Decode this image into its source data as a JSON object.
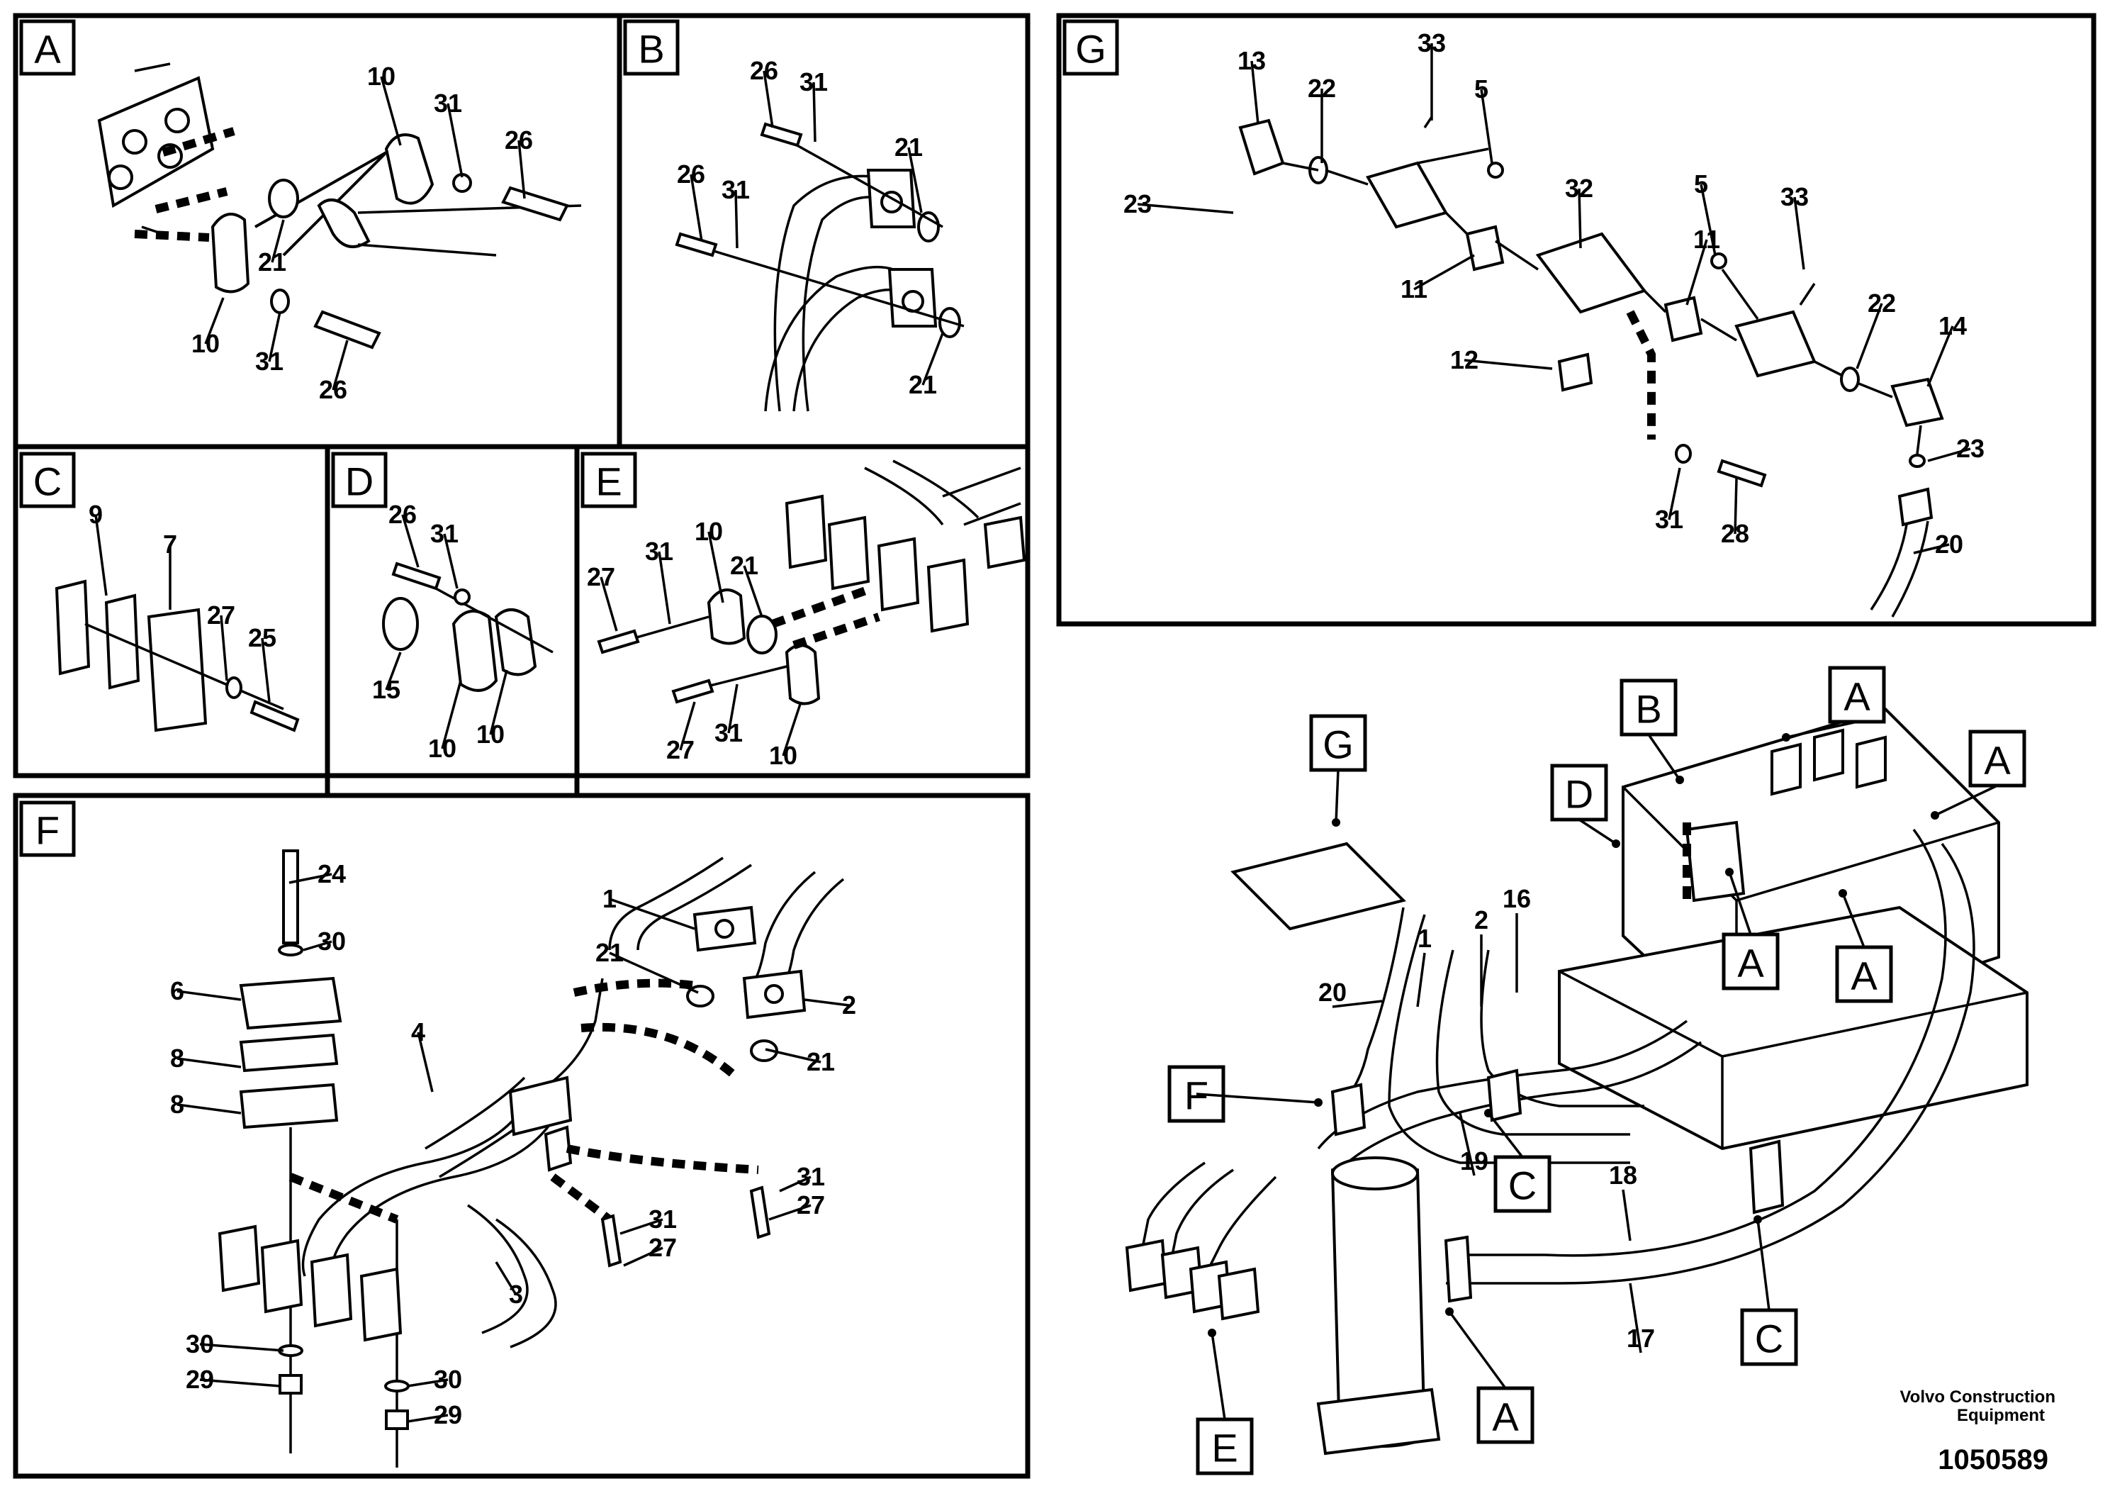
{
  "panels": {
    "A": {
      "letter": "A",
      "callouts": [
        "10",
        "31",
        "26",
        "21",
        "10",
        "31",
        "26"
      ]
    },
    "B": {
      "letter": "B",
      "callouts": [
        "26",
        "31",
        "21",
        "26",
        "31",
        "21"
      ]
    },
    "C": {
      "letter": "C",
      "callouts": [
        "9",
        "7",
        "27",
        "25"
      ]
    },
    "D": {
      "letter": "D",
      "callouts": [
        "26",
        "31",
        "15",
        "10",
        "10"
      ]
    },
    "E": {
      "letter": "E",
      "callouts": [
        "27",
        "31",
        "10",
        "21",
        "27",
        "31",
        "10"
      ]
    },
    "F": {
      "letter": "F",
      "callouts": [
        "24",
        "30",
        "6",
        "8",
        "8",
        "4",
        "1",
        "21",
        "2",
        "21",
        "3",
        "31",
        "27",
        "31",
        "27",
        "30",
        "29",
        "30",
        "29"
      ]
    },
    "G": {
      "letter": "G",
      "callouts": [
        "13",
        "22",
        "33",
        "5",
        "23",
        "11",
        "32",
        "11",
        "5",
        "33",
        "22",
        "14",
        "12",
        "23",
        "31",
        "28",
        "20"
      ]
    }
  },
  "overview": {
    "labels": [
      "B",
      "A",
      "A",
      "D",
      "A",
      "A",
      "G",
      "F",
      "C",
      "C",
      "A",
      "E"
    ],
    "callouts": [
      "1",
      "2",
      "16",
      "20",
      "19",
      "18",
      "17"
    ]
  },
  "footer": {
    "brand_line1": "Volvo Construction",
    "brand_line2": "Equipment",
    "drawing_number": "1050589"
  }
}
